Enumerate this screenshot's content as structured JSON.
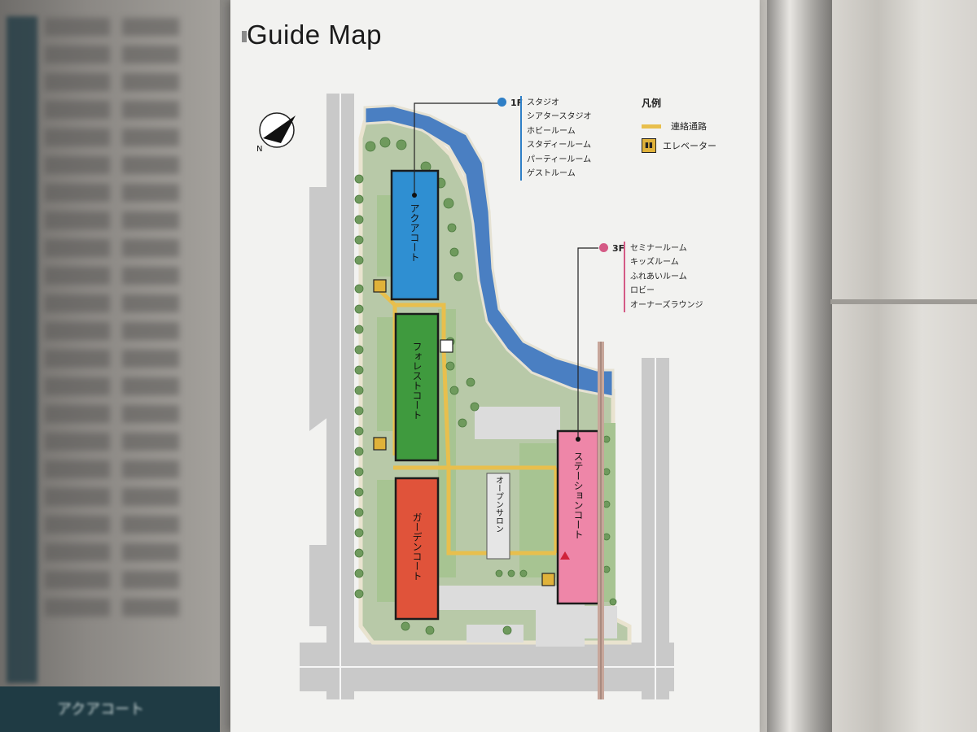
{
  "title": "Guide Map",
  "compass": {
    "label": "N"
  },
  "courts": {
    "aqua": "アクアコート",
    "forest": "フォレストコート",
    "garden": "ガーデンコート",
    "station": "ステーションコート",
    "salon": "オープンサロン"
  },
  "floor1": {
    "label": "1F",
    "rooms": [
      "スタジオ",
      "シアタースタジオ",
      "ホビールーム",
      "スタディールーム",
      "パーティールーム",
      "ゲストルーム"
    ]
  },
  "floor3": {
    "label": "3F",
    "rooms": [
      "セミナールーム",
      "キッズルーム",
      "ふれあいルーム",
      "ロビー",
      "オーナーズラウンジ"
    ]
  },
  "legend": {
    "title": "凡例",
    "path_label": "連絡通路",
    "elevator_label": "エレベーター"
  },
  "colors": {
    "aqua": "#2f8fd2",
    "forest": "#3f9a3e",
    "garden": "#e0533a",
    "station": "#ee86a8",
    "path": "#e8bf4d",
    "river": "#4a7fc2",
    "floor1_dot": "#2f7fc6",
    "floor3_dot": "#d45a85"
  },
  "left_panel": {
    "bottom_tab": "アクアコート"
  }
}
